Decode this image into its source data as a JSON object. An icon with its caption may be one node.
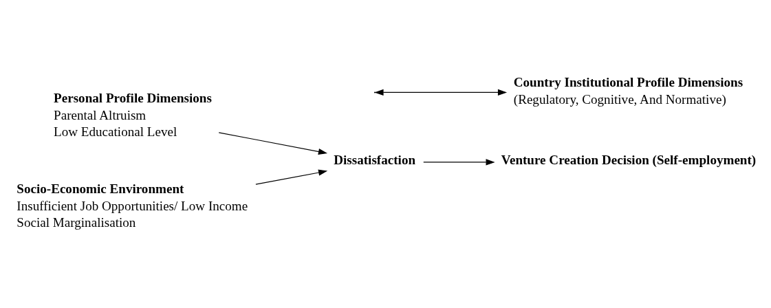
{
  "diagram": {
    "nodes": [
      {
        "text": [
          "Personal Profile Dimensions",
          "Parental Altruism",
          "Low Educational Level"
        ]
      },
      {
        "text": [
          "Socio-Economic Environment",
          "Insufficient Job Opportunities/ Low Income",
          "Social Marginalisation"
        ]
      },
      {
        "text": [
          "Dissatisfaction"
        ]
      },
      {
        "text": [
          "Country Institutional Profile Dimensions",
          "(Regulatory, Cognitive, And Normative)"
        ]
      },
      {
        "text": [
          "Venture Creation Decision (Self-employment)"
        ]
      }
    ],
    "edges": [
      {
        "from": 0,
        "to": 2,
        "arrow": "to"
      },
      {
        "from": 1,
        "to": 2,
        "arrow": "to"
      },
      {
        "from": 2,
        "to": 4,
        "arrow": "to"
      },
      {
        "from": null,
        "to": 3,
        "arrow": "both"
      }
    ]
  }
}
